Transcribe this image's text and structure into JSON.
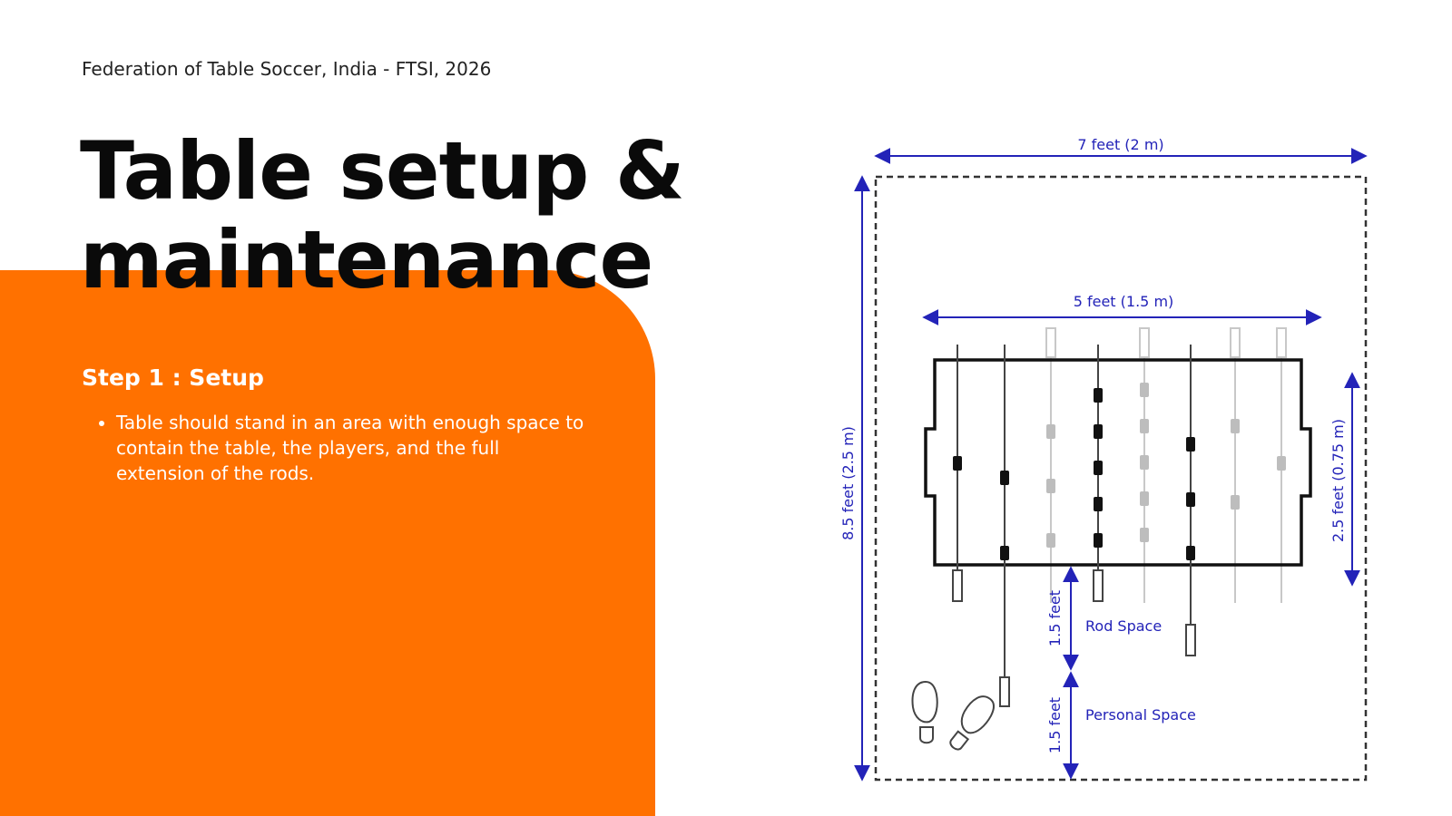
{
  "header": {
    "organization": "Federation of Table Soccer, India - FTSI, 2026"
  },
  "title": {
    "line1": "Table setup &",
    "line2": "maintenance"
  },
  "step": {
    "heading": "Step 1 : Setup",
    "bullets": [
      "Table should stand in an area with enough space to contain the table, the players, and the full extension of the rods."
    ]
  },
  "diagram": {
    "outer_width_label": "7 feet (2 m)",
    "outer_height_label": "8.5 feet (2.5 m)",
    "table_width_label": "5 feet (1.5 m)",
    "table_height_label": "2.5 feet (0.75 m)",
    "rod_space_dim": "1.5 feet",
    "rod_space_label": "Rod Space",
    "personal_space_dim": "1.5 feet",
    "personal_space_label": "Personal Space",
    "colors": {
      "dimension": "#2323b8",
      "team_dark": "#111111",
      "team_light": "#bdbdbd",
      "accent": "#FF7100"
    }
  }
}
